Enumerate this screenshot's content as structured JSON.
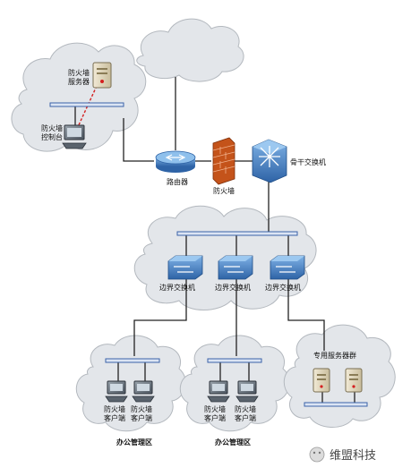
{
  "labels": {
    "fw_server": [
      "防火墙",
      "服务器"
    ],
    "fw_console": [
      "防火墙",
      "控制台"
    ],
    "router": "路由器",
    "firewall": "防火墙",
    "core_switch": "骨干交换机",
    "access_switches": [
      "边界交换机",
      "边界交换机",
      "边界交换机"
    ],
    "client_pc": [
      "防火墙",
      "客户端"
    ],
    "zones": [
      "办公管理区",
      "办公管理区"
    ],
    "server_zone": "专用服务器群"
  },
  "watermark": "维盟科技",
  "colors": {
    "cloud_fill": "#e3e6ea",
    "cloud_stroke": "#b3b8be",
    "link": "#222222",
    "bus": "#3b63a8",
    "firewall": "#c4531a",
    "router": "#4a86c5"
  }
}
